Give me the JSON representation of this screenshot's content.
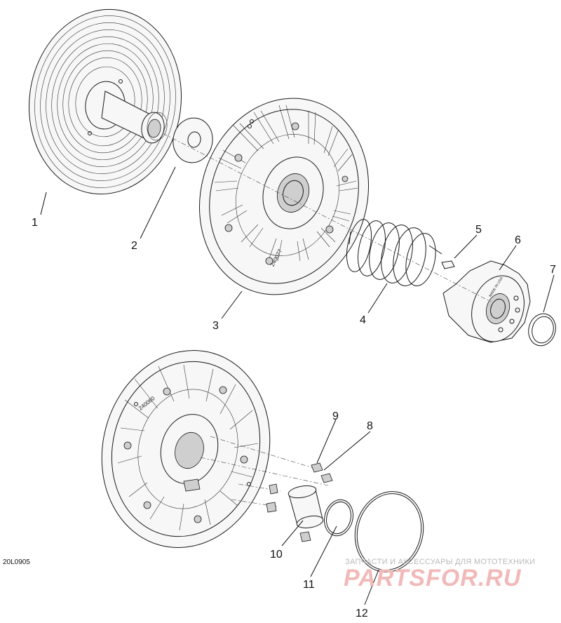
{
  "diagram_code": "20L0905",
  "callouts": [
    {
      "label": "1"
    },
    {
      "label": "2"
    },
    {
      "label": "3"
    },
    {
      "label": "4"
    },
    {
      "label": "5"
    },
    {
      "label": "6"
    },
    {
      "label": "7"
    },
    {
      "label": "8"
    },
    {
      "label": "9"
    },
    {
      "label": "10"
    },
    {
      "label": "11"
    },
    {
      "label": "12"
    }
  ],
  "part_markings": {
    "sheave_code_top": "240077",
    "sheave_code_bottom": "240080",
    "made_in_usa": "MADE IN USA"
  },
  "watermark": {
    "tagline": "ЗАПЧАСТИ И АКСЕССУАРЫ ДЛЯ МОТОТЕХНИКИ",
    "logo": "PARTSFOR.RU"
  }
}
